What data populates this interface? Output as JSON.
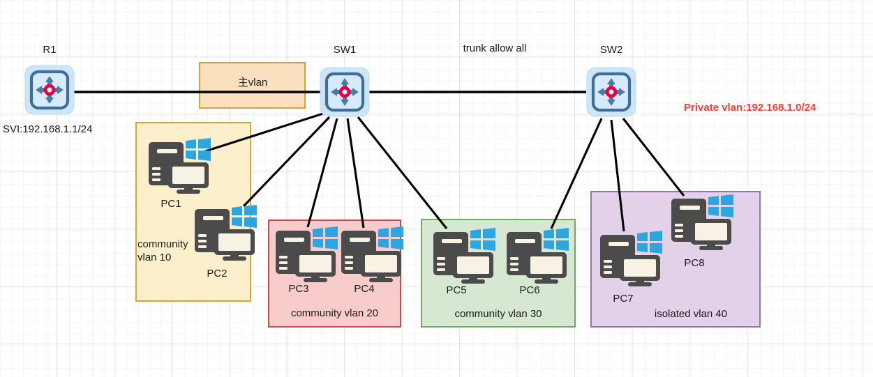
{
  "diagram": {
    "title": "Private VLAN topology",
    "background_grid": true,
    "colors": {
      "outer_box_fill": "#f4f4f4",
      "outer_box_border": "#666666",
      "main_vlan_fill": "#fbe0c0",
      "main_vlan_border": "#d6a434",
      "vlan10_fill": "#fcefcb",
      "vlan10_border": "#d6a434",
      "vlan20_fill": "#f7ccca",
      "vlan20_border": "#c0504d",
      "vlan30_fill": "#d6e8d2",
      "vlan30_border": "#76a665",
      "vlan40_fill": "#e2d1e8",
      "vlan40_border": "#9a76a8",
      "link": "#000000",
      "private_vlan_text": "#ff3b30",
      "router_fill": "#cde5f7",
      "router_stroke": "#3f6e99",
      "router_center": "#e4003c",
      "pc_body": "#4b4b4b",
      "windows_logo": "#2ca5e0"
    }
  },
  "devices": {
    "r1": {
      "label": "R1",
      "icon": "router-icon",
      "note": "SVI:192.168.1.1/24"
    },
    "sw1": {
      "label": "SW1",
      "icon": "router-icon"
    },
    "sw2": {
      "label": "SW2",
      "icon": "router-icon"
    },
    "pcs": [
      {
        "id": "pc1",
        "label": "PC1",
        "icon": "desktop-pc-icon",
        "vlan": "community vlan 10"
      },
      {
        "id": "pc2",
        "label": "PC2",
        "icon": "desktop-pc-icon",
        "vlan": "community vlan 10"
      },
      {
        "id": "pc3",
        "label": "PC3",
        "icon": "desktop-pc-icon",
        "vlan": "community vlan 20"
      },
      {
        "id": "pc4",
        "label": "PC4",
        "icon": "desktop-pc-icon",
        "vlan": "community vlan 20"
      },
      {
        "id": "pc5",
        "label": "PC5",
        "icon": "desktop-pc-icon",
        "vlan": "community vlan 30"
      },
      {
        "id": "pc6",
        "label": "PC6",
        "icon": "desktop-pc-icon",
        "vlan": "community vlan 30"
      },
      {
        "id": "pc7",
        "label": "PC7",
        "icon": "desktop-pc-icon",
        "vlan": "isolated vlan 40"
      },
      {
        "id": "pc8",
        "label": "PC8",
        "icon": "desktop-pc-icon",
        "vlan": "isolated vlan 40"
      }
    ]
  },
  "zones": {
    "main_vlan": {
      "label": "主vlan"
    },
    "vlan10": {
      "label": "community\nvlan 10"
    },
    "vlan20": {
      "label": "community vlan 20"
    },
    "vlan30": {
      "label": "community vlan 30"
    },
    "vlan40": {
      "label": "isolated vlan 40"
    }
  },
  "annotations": {
    "trunk": "trunk allow all",
    "svi": "SVI:192.168.1.1/24",
    "private_vlan": "Private vlan:192.168.1.0/24"
  },
  "links": [
    {
      "from": "r1",
      "to": "sw1",
      "kind": "trunk"
    },
    {
      "from": "sw1",
      "to": "sw2",
      "kind": "trunk",
      "label": "trunk allow all"
    },
    {
      "from": "sw1",
      "to": "pc1",
      "kind": "access"
    },
    {
      "from": "sw1",
      "to": "pc2",
      "kind": "access"
    },
    {
      "from": "sw1",
      "to": "pc3",
      "kind": "access"
    },
    {
      "from": "sw1",
      "to": "pc4",
      "kind": "access"
    },
    {
      "from": "sw1",
      "to": "pc5",
      "kind": "access"
    },
    {
      "from": "sw2",
      "to": "pc6",
      "kind": "access"
    },
    {
      "from": "sw2",
      "to": "pc7",
      "kind": "access"
    },
    {
      "from": "sw2",
      "to": "pc8",
      "kind": "access"
    }
  ]
}
